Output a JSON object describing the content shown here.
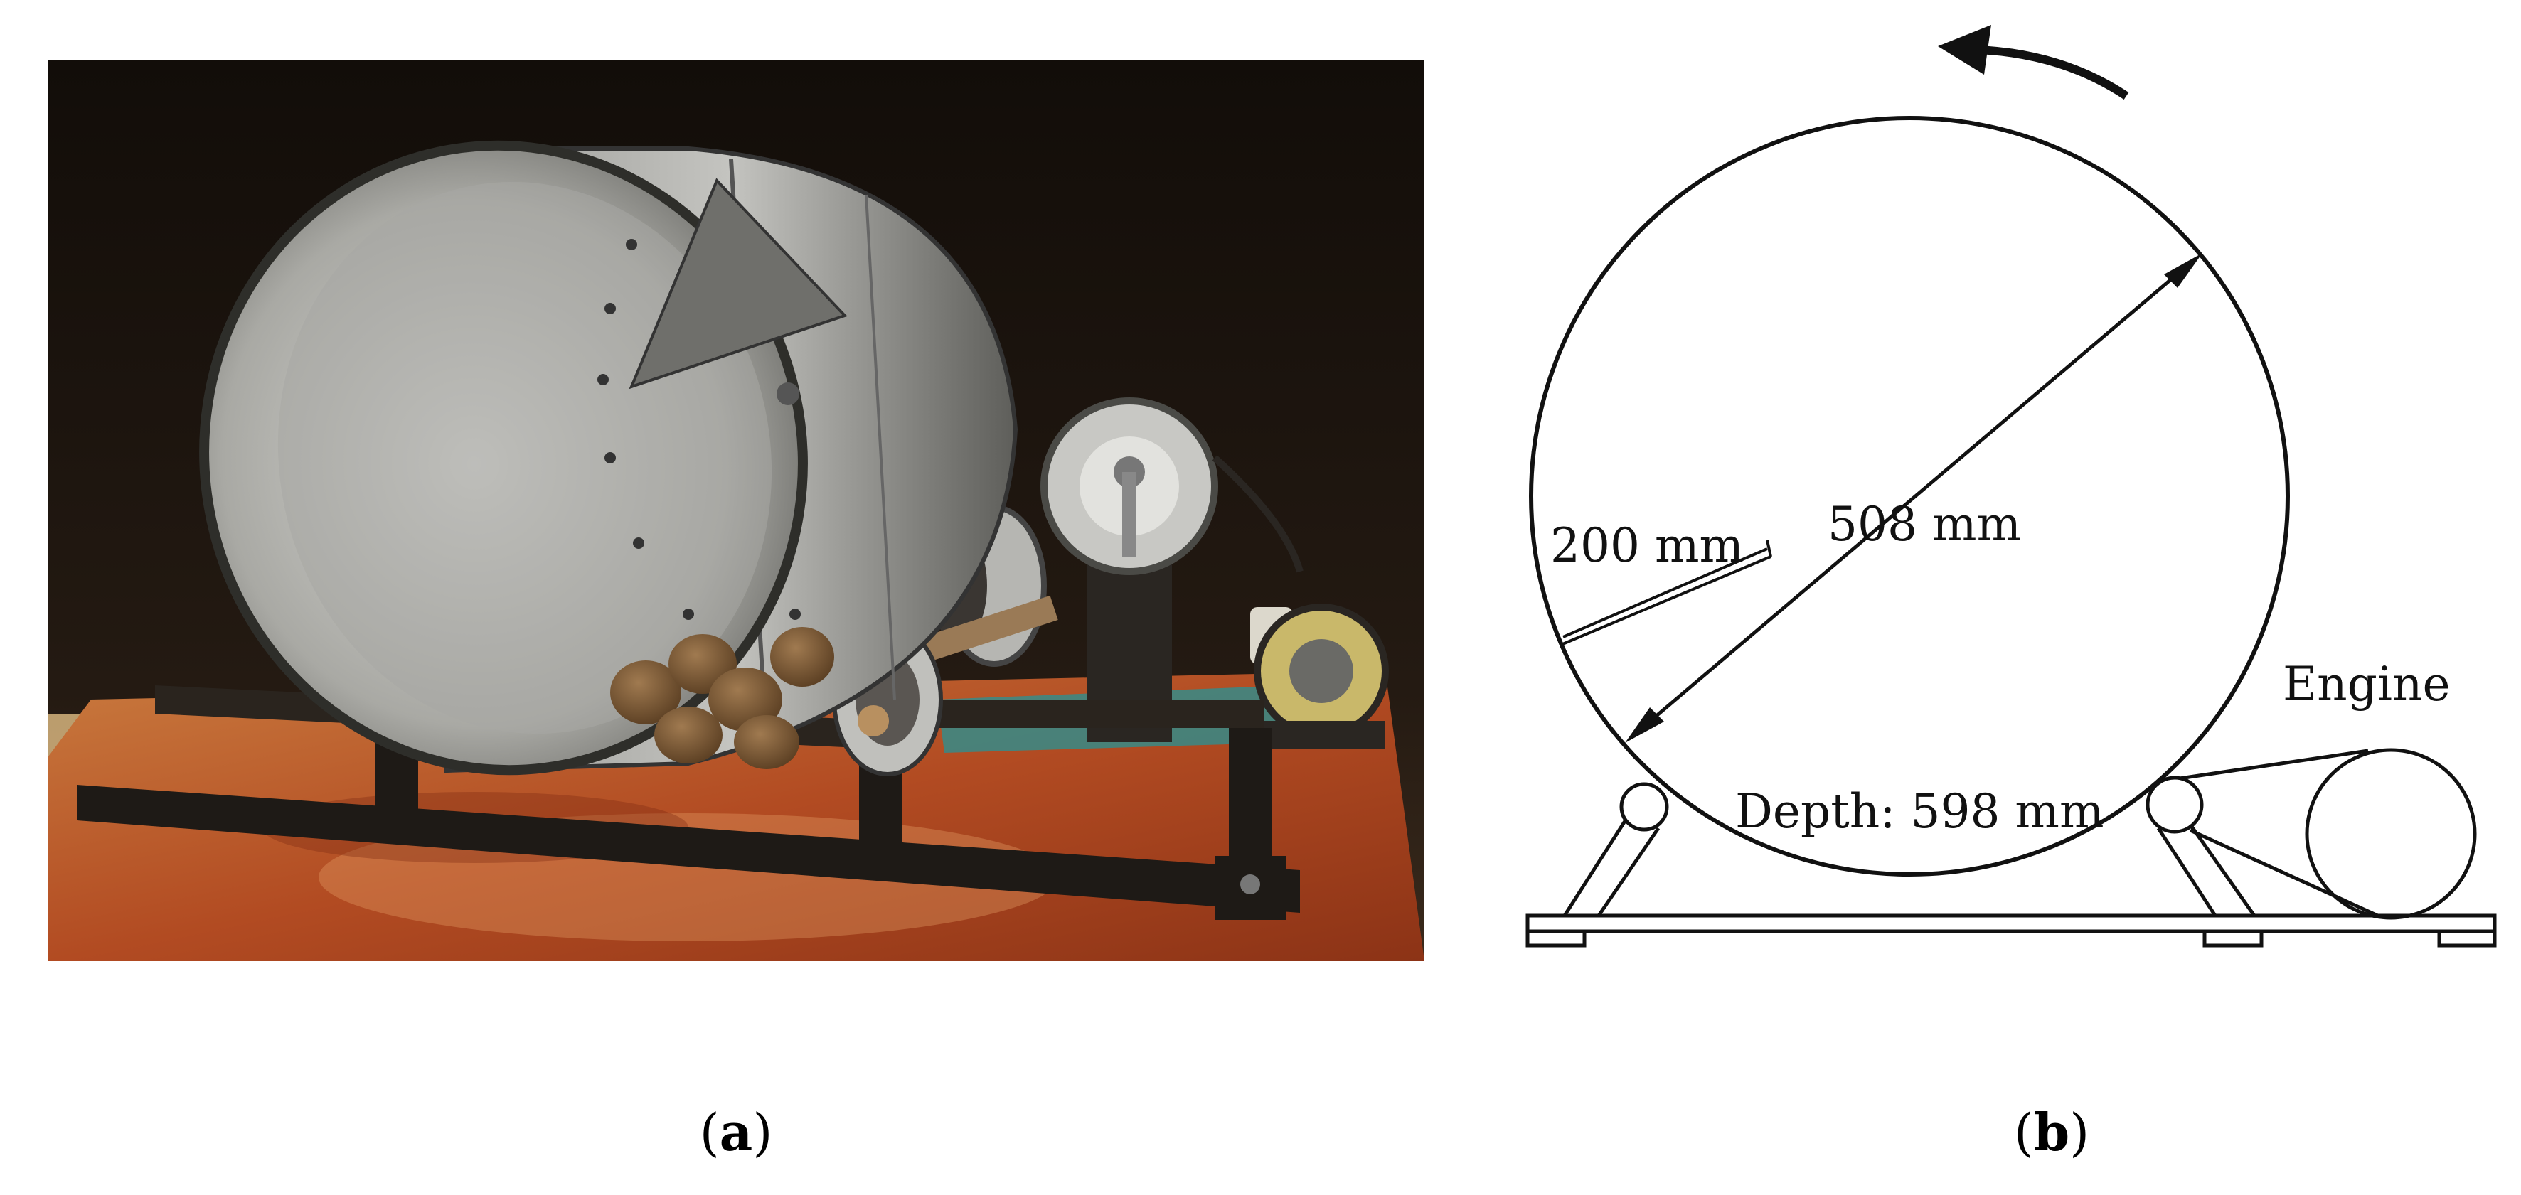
{
  "panel_a": {
    "caption_open": "(",
    "caption_letter": "a",
    "caption_close": ")"
  },
  "panel_b": {
    "caption_open": "(",
    "caption_letter": "b",
    "caption_close": ")",
    "label_200": "200 mm",
    "label_508": "508 mm",
    "label_depth": "Depth: 598 mm",
    "label_engine": "Engine"
  },
  "colors": {
    "background_wall": "#1c140e",
    "table_top": "#b4532a",
    "drum_metal": "#b8b8b4",
    "frame_metal": "#1e1a16",
    "briquette": "#7a5a38",
    "line_drawing": "#111111"
  }
}
